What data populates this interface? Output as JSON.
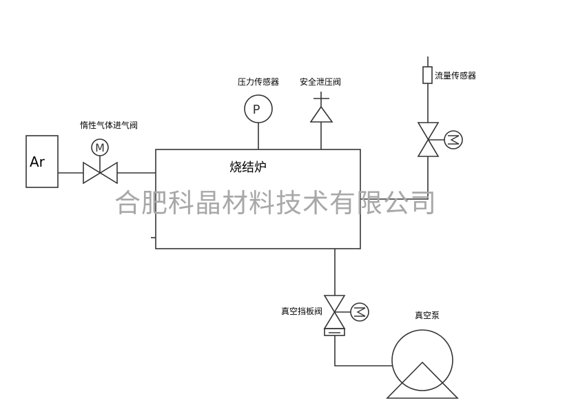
{
  "source_label": "Ar",
  "furnace_label": "烧结炉",
  "labels": {
    "inert_gas_valve": "惰性气体进气阀",
    "pressure_sensor": "压力传感器",
    "safety_valve": "安全泄压阀",
    "flow_sensor": "流量传感器",
    "vacuum_baffle_valve": "真空挡板阀",
    "vacuum_pump": "真空泵"
  },
  "symbols": {
    "pressure": "P",
    "motor": "M"
  },
  "watermark": "合肥科晶材料技术有限公司"
}
